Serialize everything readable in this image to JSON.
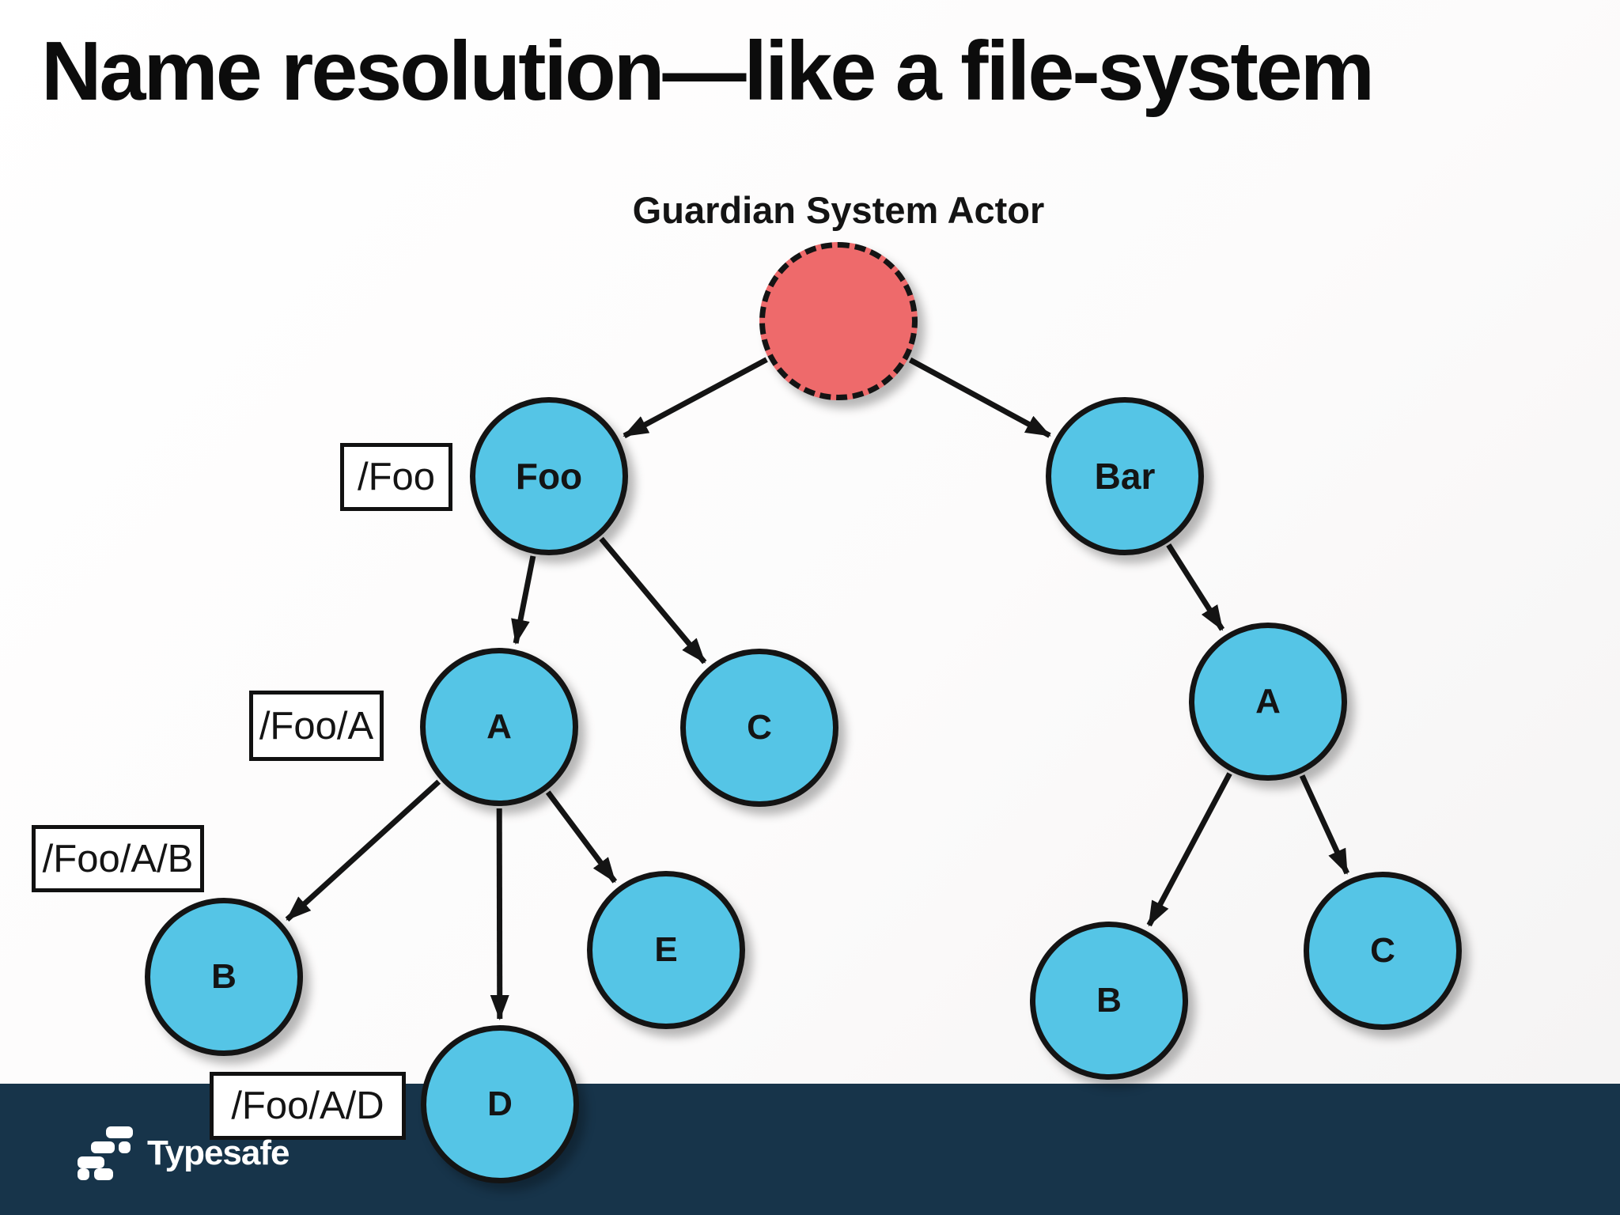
{
  "slide": {
    "title": "Name resolution—like a file-system",
    "brand": "Typesafe"
  },
  "diagram": {
    "root_label": "Guardian System Actor",
    "colors": {
      "guardian_fill": "#ee6a6b",
      "actor_fill": "#55c5e6",
      "stroke": "#141414",
      "footer": "#17344a",
      "label_box_bg": "#ffffff"
    },
    "nodes": [
      {
        "id": "guardian",
        "label": "",
        "kind": "guardian"
      },
      {
        "id": "foo",
        "label": "Foo",
        "kind": "actor"
      },
      {
        "id": "bar",
        "label": "Bar",
        "kind": "actor"
      },
      {
        "id": "foo-a",
        "label": "A",
        "kind": "actor"
      },
      {
        "id": "foo-c",
        "label": "C",
        "kind": "actor"
      },
      {
        "id": "foo-a-b",
        "label": "B",
        "kind": "actor"
      },
      {
        "id": "foo-a-d",
        "label": "D",
        "kind": "actor"
      },
      {
        "id": "foo-a-e",
        "label": "E",
        "kind": "actor"
      },
      {
        "id": "bar-a",
        "label": "A",
        "kind": "actor"
      },
      {
        "id": "bar-b",
        "label": "B",
        "kind": "actor"
      },
      {
        "id": "bar-c",
        "label": "C",
        "kind": "actor"
      }
    ],
    "edges": [
      {
        "from": "guardian",
        "to": "foo"
      },
      {
        "from": "guardian",
        "to": "bar"
      },
      {
        "from": "foo",
        "to": "foo-a"
      },
      {
        "from": "foo",
        "to": "foo-c"
      },
      {
        "from": "foo-a",
        "to": "foo-a-b"
      },
      {
        "from": "foo-a",
        "to": "foo-a-d"
      },
      {
        "from": "foo-a",
        "to": "foo-a-e"
      },
      {
        "from": "bar",
        "to": "bar-a"
      },
      {
        "from": "bar-a",
        "to": "bar-b"
      },
      {
        "from": "bar-a",
        "to": "bar-c"
      }
    ],
    "path_labels": [
      {
        "text": "/Foo",
        "node": "foo"
      },
      {
        "text": "/Foo/A",
        "node": "foo-a"
      },
      {
        "text": "/Foo/A/B",
        "node": "foo-a-b"
      },
      {
        "text": "/Foo/A/D",
        "node": "foo-a-d"
      }
    ]
  }
}
